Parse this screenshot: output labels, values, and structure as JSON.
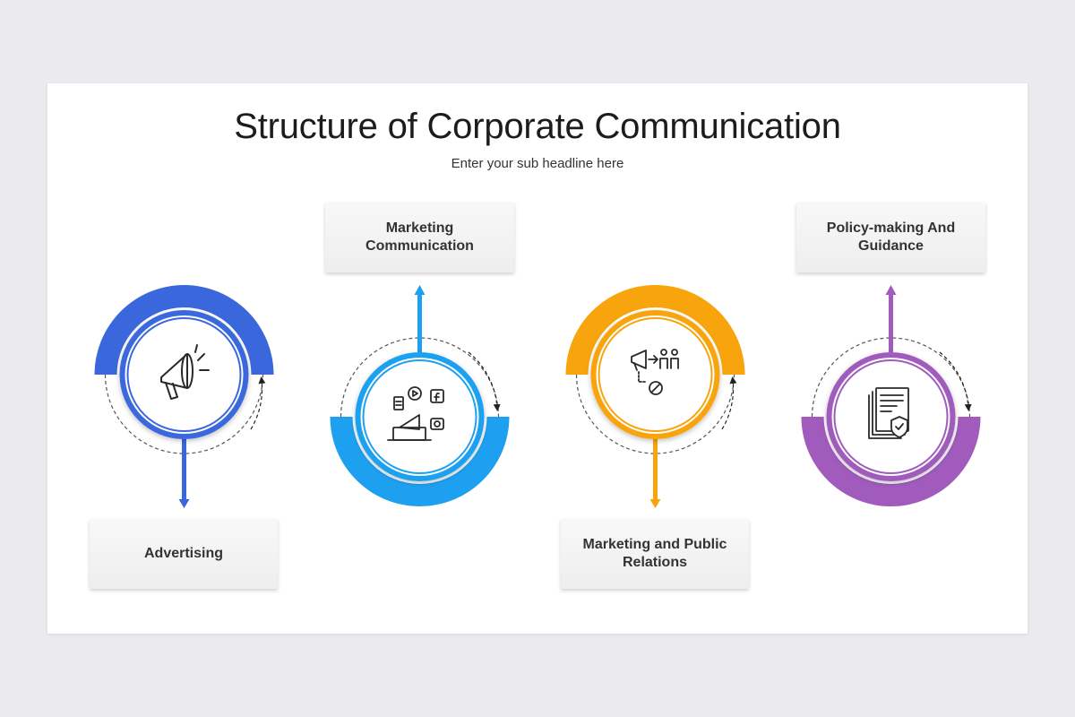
{
  "header": {
    "title": "Structure of Corporate Communication",
    "subtitle": "Enter your sub headline here"
  },
  "steps": [
    {
      "label": "Advertising",
      "color": "#3a68dc",
      "icon": "megaphone-icon"
    },
    {
      "label": "Marketing Communication",
      "color": "#1ea0f0",
      "icon": "digital-marketing-icon"
    },
    {
      "label": "Marketing and Public Relations",
      "color": "#f8a40d",
      "icon": "marketing-pr-icon"
    },
    {
      "label": "Policy-making And Guidance",
      "color": "#a05bbd",
      "icon": "policy-document-icon"
    }
  ]
}
